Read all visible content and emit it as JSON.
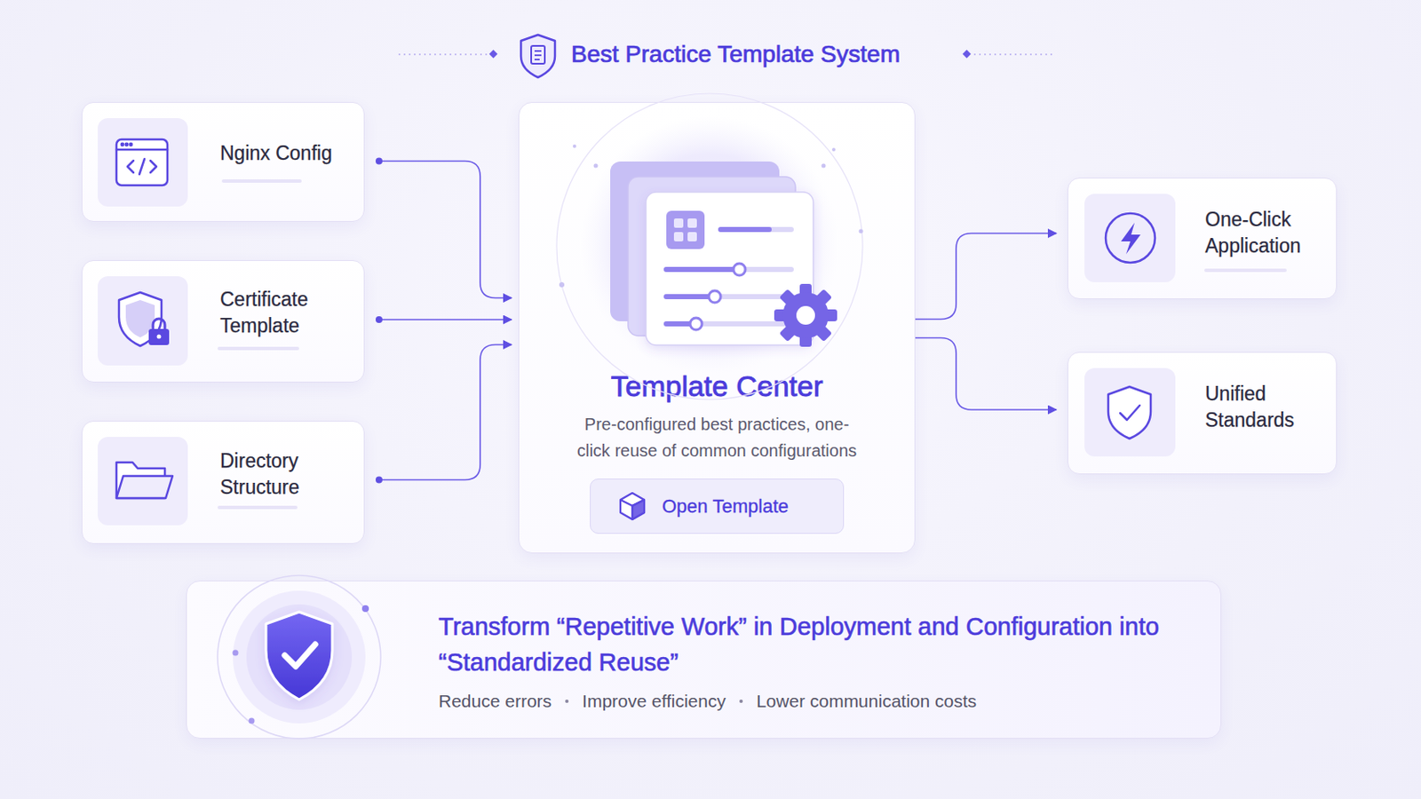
{
  "diagram": {
    "title": "Best Practice Template System",
    "nodes": [
      {
        "text": [
          "Nginx Config"
        ]
      },
      {
        "text": [
          "Certificate Template"
        ]
      },
      {
        "text": [
          "Directory Structure"
        ]
      },
      {
        "text": [
          "Template Center",
          "Pre-configured best practices, one-click reuse of common configurations"
        ]
      },
      {
        "text": [
          "Open Template"
        ],
        "in": 3
      },
      {
        "text": [
          "One-Click Application"
        ]
      },
      {
        "text": [
          "Unified Standards"
        ]
      },
      {
        "text": [
          "Transform “Repetitive Work” in Deployment and Configuration into “Standardized Reuse”",
          "Reduce errors",
          "Improve efficiency",
          "Lower communication costs"
        ]
      }
    ],
    "edges": [
      {
        "from": 0,
        "to": 3,
        "arrow": "to"
      },
      {
        "from": 1,
        "to": 3,
        "arrow": "to"
      },
      {
        "from": 2,
        "to": 3,
        "arrow": "to"
      },
      {
        "from": 3,
        "to": 5,
        "arrow": "to"
      },
      {
        "from": 3,
        "to": 6,
        "arrow": "to"
      }
    ]
  }
}
